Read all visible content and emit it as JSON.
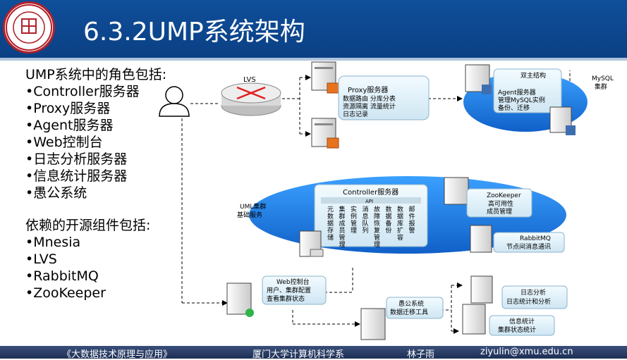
{
  "slide": {
    "title": "6.3.2UMP系统架构",
    "roles_heading": "UMP系统中的角色包括:",
    "roles": [
      "•Controller服务器",
      "•Proxy服务器",
      "•Agent服务器",
      "•Web控制台",
      "•日志分析服务器",
      "•信息统计服务器",
      "•愚公系统"
    ],
    "deps_heading": "依赖的开源组件包括:",
    "deps": [
      "•Mnesia",
      "•LVS",
      "•RabbitMQ",
      "•ZooKeeper"
    ]
  },
  "diagram": {
    "lvs": "LVS",
    "proxy": {
      "title": "Proxy服务器",
      "line1": "数据路由  分库分表",
      "line2": "资源隔离  流量统计",
      "line3": "日志记录"
    },
    "mysql": {
      "label_line1": "MySQL",
      "label_line2": "集群",
      "master_slave": "双主结构",
      "agent_title": "Agent服务器",
      "agent_line1": "管理MySQL实例",
      "agent_line2": "备份、迁移"
    },
    "uml": {
      "line1": "UML集群",
      "line2": "基础服务"
    },
    "controller": {
      "title": "Controller服务器",
      "api": "API",
      "columns": [
        [
          "元",
          "数",
          "据",
          "存",
          "储"
        ],
        [
          "集",
          "群",
          "成",
          "员",
          "管",
          "理"
        ],
        [
          "实",
          "例",
          "管",
          "理"
        ],
        [
          "消",
          "息",
          "队",
          "列"
        ],
        [
          "故",
          "障",
          "恢",
          "复",
          "管",
          "理"
        ],
        [
          "数",
          "据",
          "备",
          "份"
        ],
        [
          "数",
          "据",
          "库",
          "扩",
          "容"
        ],
        [
          "邮",
          "件",
          "报",
          "警"
        ]
      ]
    },
    "zookeeper": {
      "title": "ZooKeeper",
      "line1": "高可用性",
      "line2": "成员管理"
    },
    "rabbitmq": {
      "title": "RabbitMQ",
      "line1": "节点间消息通讯"
    },
    "web": {
      "title": "Web控制台",
      "line1": "用户、集群配置",
      "line2": "查看集群状态"
    },
    "yugong": {
      "line1": "愚公系统",
      "line2": "数据迁移工具"
    },
    "log": {
      "line1": "日志分析",
      "line2": "日志统计和分析"
    },
    "stats": {
      "line1": "信息统计",
      "line2": "集群状态统计"
    }
  },
  "footer": {
    "book": "《大数据技术原理与应用》",
    "dept": "厦门大学计算机科学系",
    "author": "林子雨",
    "email": "ziyulin@xmu.edu.cn"
  },
  "colors": {
    "header": "#0f4f9a",
    "accent": "#1e90ff",
    "proxy_orange": "#e8731e",
    "server_blue": "#3d6fb0"
  }
}
